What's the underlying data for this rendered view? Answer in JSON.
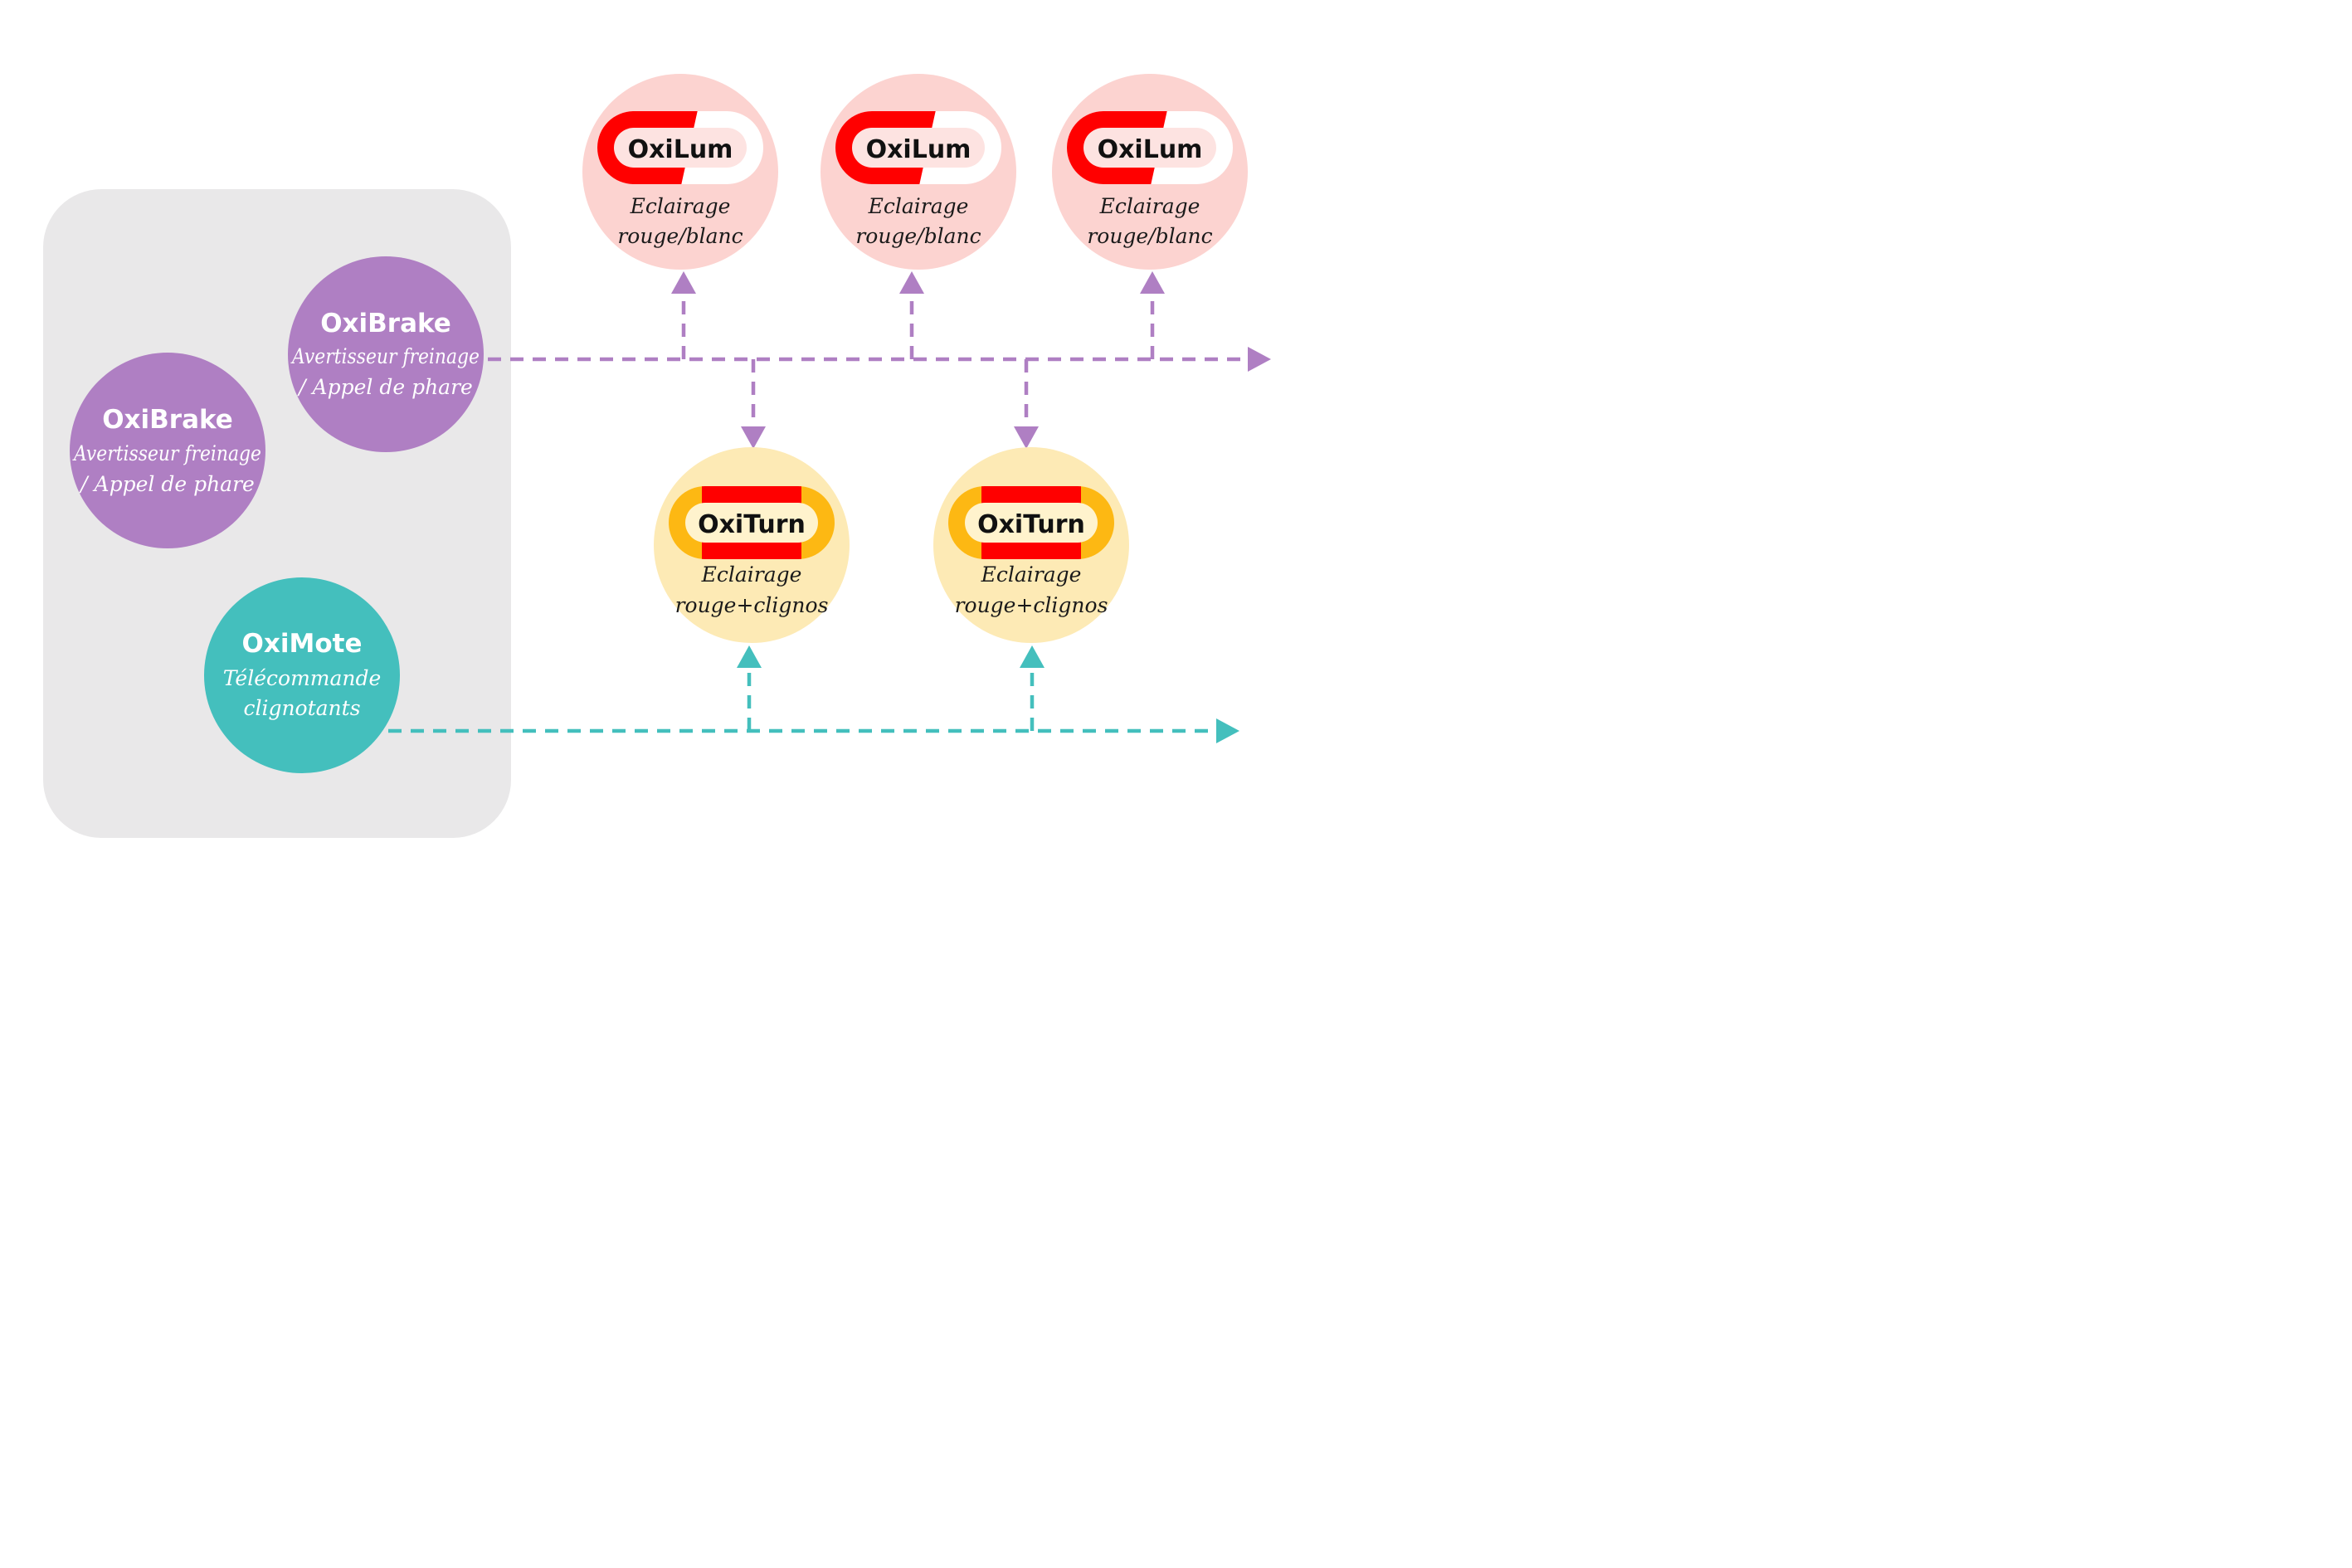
{
  "colors": {
    "panel": "#e9e8e9",
    "purple": "#af7fc3",
    "teal": "#44bfbd",
    "oxilum_bg": "#fcd3d0",
    "oxiturn_bg": "#fdeab5",
    "red": "#ff0000",
    "orange": "#fdb813",
    "pill_white": "#ffffff",
    "pill_pink": "#fde3e1",
    "pill_cream": "#fff3cd"
  },
  "emitters": [
    {
      "id": "oxibrake-1",
      "name": "OxiBrake",
      "desc_line1": "Avertisseur freinage",
      "desc_line2": "/ Appel de phare",
      "color": "purple"
    },
    {
      "id": "oxibrake-2",
      "name": "OxiBrake",
      "desc_line1": "Avertisseur freinage",
      "desc_line2": "/ Appel de phare",
      "color": "purple"
    },
    {
      "id": "oximote",
      "name": "OxiMote",
      "desc_line1": "Télécommande",
      "desc_line2": "clignotants",
      "color": "teal"
    }
  ],
  "oxilum_nodes": [
    {
      "id": "oxilum-1",
      "name": "OxiLum",
      "desc_line1": "Eclairage",
      "desc_line2": "rouge/blanc"
    },
    {
      "id": "oxilum-2",
      "name": "OxiLum",
      "desc_line1": "Eclairage",
      "desc_line2": "rouge/blanc"
    },
    {
      "id": "oxilum-3",
      "name": "OxiLum",
      "desc_line1": "Eclairage",
      "desc_line2": "rouge/blanc"
    }
  ],
  "oxiturn_nodes": [
    {
      "id": "oxiturn-1",
      "name": "OxiTurn",
      "desc_line1": "Eclairage",
      "desc_line2": "rouge+clignos"
    },
    {
      "id": "oxiturn-2",
      "name": "OxiTurn",
      "desc_line1": "Eclairage",
      "desc_line2": "rouge+clignos"
    }
  ],
  "connections": [
    {
      "from": "oxibrake-1",
      "to": "oxilum-1",
      "color": "purple"
    },
    {
      "from": "oxibrake-1",
      "to": "oxilum-2",
      "color": "purple"
    },
    {
      "from": "oxibrake-1",
      "to": "oxilum-3",
      "color": "purple"
    },
    {
      "from": "oxibrake-1",
      "to": "oxiturn-1",
      "color": "purple"
    },
    {
      "from": "oxibrake-1",
      "to": "oxiturn-2",
      "color": "purple"
    },
    {
      "from": "oximote",
      "to": "oxiturn-1",
      "color": "teal"
    },
    {
      "from": "oximote",
      "to": "oxiturn-2",
      "color": "teal"
    }
  ]
}
